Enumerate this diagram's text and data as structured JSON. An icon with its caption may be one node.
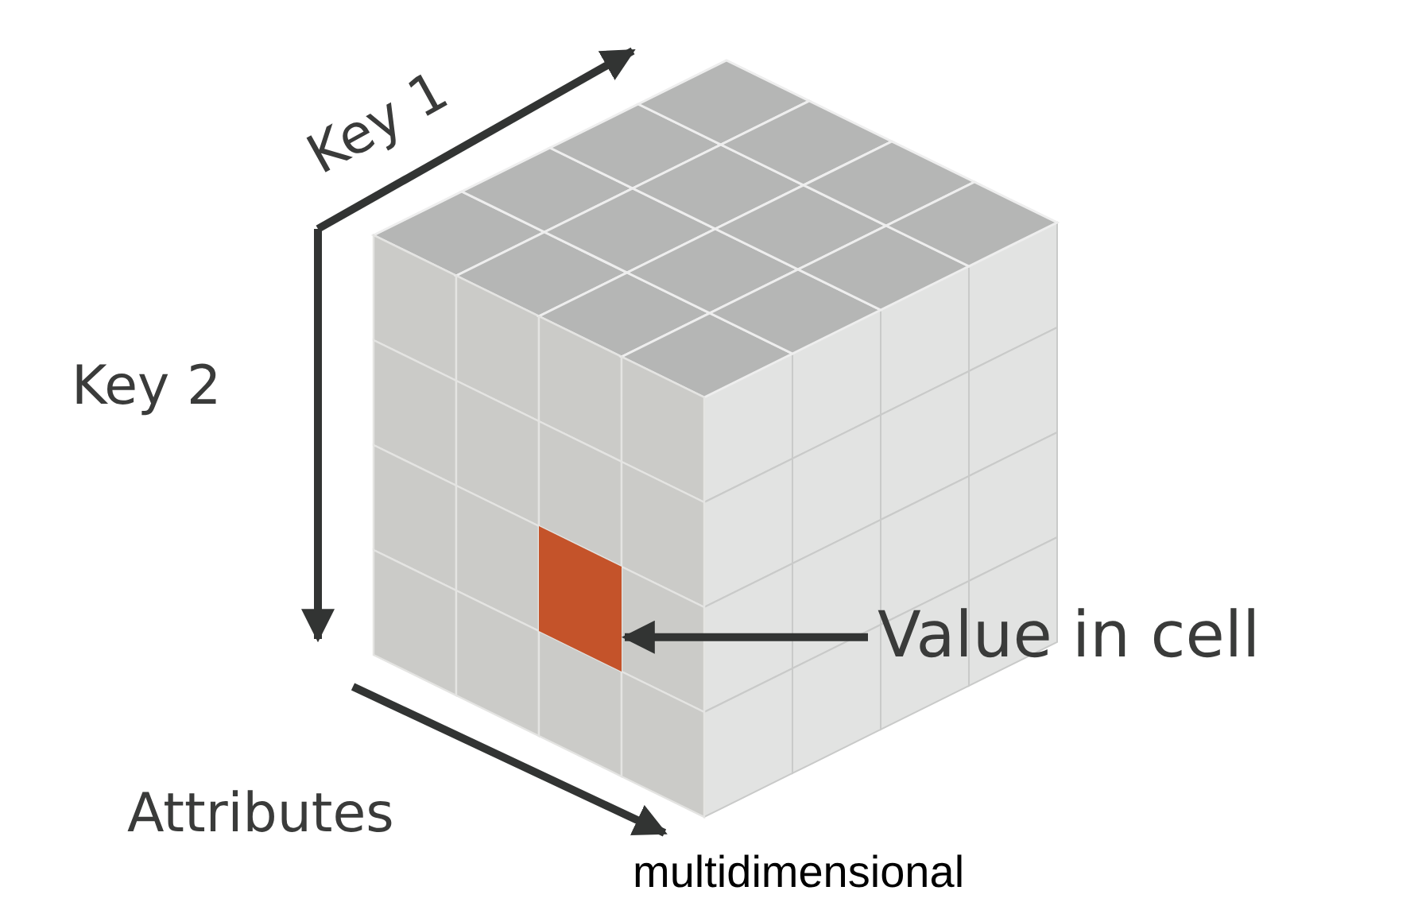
{
  "diagram": {
    "nodes": [
      {
        "text": [
          "Value in cell"
        ]
      },
      {
        "text": [],
        "shape": "box"
      }
    ],
    "edges": [
      {
        "from": 0,
        "to": 1,
        "arrow": "to"
      }
    ],
    "labels": [
      "Key 1",
      "Key 2",
      "Attributes",
      "multidimensional"
    ]
  }
}
